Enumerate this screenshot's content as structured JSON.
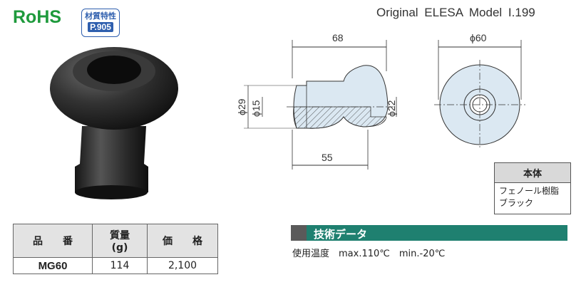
{
  "badges": {
    "rohs": "RoHS",
    "material_line1": "材質特性",
    "material_line2": "P.905"
  },
  "model_title": "Original  ELESA  Model  I.199",
  "drawing": {
    "dim_total_length": "68",
    "dim_shaft_length": "55",
    "dim_flange_dia": "ϕ29",
    "dim_shaft_dia": "ϕ15",
    "dim_bore_dia": "ϕ22",
    "dim_head_dia": "ϕ60"
  },
  "material_box": {
    "header": "本体",
    "line1": "フェノール樹脂",
    "line2": "ブラック"
  },
  "spec_table": {
    "headers": [
      "品　　番",
      "質量",
      "(g)",
      "価　　格"
    ],
    "rows": [
      {
        "part_no": "MG60",
        "mass": "114",
        "price": "2,100"
      }
    ]
  },
  "tech": {
    "title": "技術データ",
    "temperature": "使用温度　max.110℃　min.-20℃"
  },
  "colors": {
    "rohs_green": "#1e9a3c",
    "badge_blue": "#2f5fae",
    "tech_bar": "#1f8070",
    "drawing_fill": "#dbe8f2"
  }
}
